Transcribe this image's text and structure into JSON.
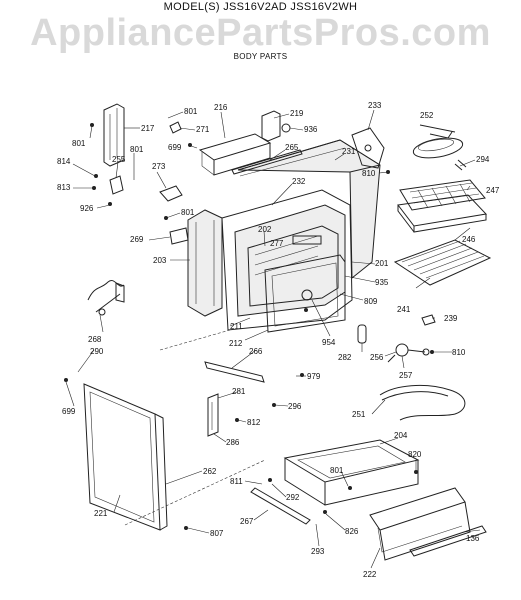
{
  "header": {
    "models": "MODEL(S) JSS16V2AD  JSS16V2WH",
    "section": "BODY PARTS"
  },
  "watermark": "AppliancePartsPros.com",
  "callouts": [
    {
      "id": "c801a",
      "text": "801"
    },
    {
      "id": "c216",
      "text": "216"
    },
    {
      "id": "c219",
      "text": "219"
    },
    {
      "id": "c233",
      "text": "233"
    },
    {
      "id": "c252",
      "text": "252"
    },
    {
      "id": "c217",
      "text": "217"
    },
    {
      "id": "c271",
      "text": "271"
    },
    {
      "id": "c936",
      "text": "936"
    },
    {
      "id": "c801b",
      "text": "801"
    },
    {
      "id": "c699a",
      "text": "699"
    },
    {
      "id": "c265",
      "text": "265"
    },
    {
      "id": "c231",
      "text": "231"
    },
    {
      "id": "c294",
      "text": "294"
    },
    {
      "id": "c814",
      "text": "814"
    },
    {
      "id": "c255",
      "text": "255"
    },
    {
      "id": "c801c",
      "text": "801"
    },
    {
      "id": "c273",
      "text": "273"
    },
    {
      "id": "c810a",
      "text": "810"
    },
    {
      "id": "c247",
      "text": "247"
    },
    {
      "id": "c813",
      "text": "813"
    },
    {
      "id": "c232",
      "text": "232"
    },
    {
      "id": "c926",
      "text": "926"
    },
    {
      "id": "c801d",
      "text": "801"
    },
    {
      "id": "c202",
      "text": "202"
    },
    {
      "id": "c277",
      "text": "277"
    },
    {
      "id": "c246",
      "text": "246"
    },
    {
      "id": "c269",
      "text": "269"
    },
    {
      "id": "c203",
      "text": "203"
    },
    {
      "id": "c201",
      "text": "201"
    },
    {
      "id": "c935",
      "text": "935"
    },
    {
      "id": "c241",
      "text": "241"
    },
    {
      "id": "c809",
      "text": "809"
    },
    {
      "id": "c239",
      "text": "239"
    },
    {
      "id": "c268",
      "text": "268"
    },
    {
      "id": "c211",
      "text": "211"
    },
    {
      "id": "c954",
      "text": "954"
    },
    {
      "id": "c212",
      "text": "212"
    },
    {
      "id": "c290",
      "text": "290"
    },
    {
      "id": "c266",
      "text": "266"
    },
    {
      "id": "c282",
      "text": "282"
    },
    {
      "id": "c256",
      "text": "256"
    },
    {
      "id": "c810b",
      "text": "810"
    },
    {
      "id": "c979",
      "text": "979"
    },
    {
      "id": "c257",
      "text": "257"
    },
    {
      "id": "c699b",
      "text": "699"
    },
    {
      "id": "c281",
      "text": "281"
    },
    {
      "id": "c296",
      "text": "296"
    },
    {
      "id": "c251",
      "text": "251"
    },
    {
      "id": "c812",
      "text": "812"
    },
    {
      "id": "c286",
      "text": "286"
    },
    {
      "id": "c204",
      "text": "204"
    },
    {
      "id": "c262",
      "text": "262"
    },
    {
      "id": "c820",
      "text": "820"
    },
    {
      "id": "c801e",
      "text": "801"
    },
    {
      "id": "c811",
      "text": "811"
    },
    {
      "id": "c292",
      "text": "292"
    },
    {
      "id": "c221",
      "text": "221"
    },
    {
      "id": "c267",
      "text": "267"
    },
    {
      "id": "c826",
      "text": "826"
    },
    {
      "id": "c136",
      "text": "136"
    },
    {
      "id": "c807",
      "text": "807"
    },
    {
      "id": "c293",
      "text": "293"
    },
    {
      "id": "c222",
      "text": "222"
    }
  ]
}
